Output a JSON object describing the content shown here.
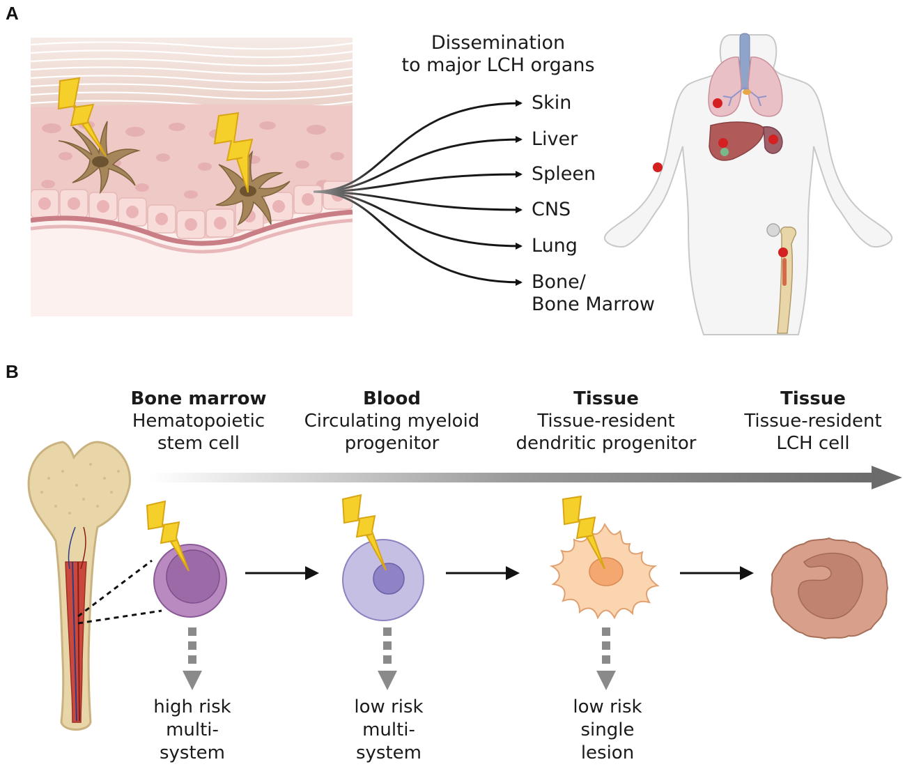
{
  "panel_a": {
    "letter": "A",
    "heading_line1": "Dissemination",
    "heading_line2": "to major LCH organs",
    "organs": [
      "Skin",
      "Liver",
      "Spleen",
      "CNS",
      "Lung",
      "Bone/",
      "Bone Marrow"
    ]
  },
  "panel_b": {
    "letter": "B",
    "stages": [
      {
        "location": "Bone marrow",
        "line1": "Hematopoietic",
        "line2": "stem cell"
      },
      {
        "location": "Blood",
        "line1": "Circulating myeloid",
        "line2": "progenitor"
      },
      {
        "location": "Tissue",
        "line1": "Tissue-resident",
        "line2": "dendritic progenitor"
      },
      {
        "location": "Tissue",
        "line1": "Tissue-resident",
        "line2": "LCH cell"
      }
    ],
    "outcomes": [
      {
        "line1": "high risk",
        "line2": "multi-",
        "line3": "system"
      },
      {
        "line1": "low risk",
        "line2": "multi-",
        "line3": "system"
      },
      {
        "line1": "low risk",
        "line2": "single",
        "line3": "lesion"
      }
    ]
  },
  "colors": {
    "lesion_red": "#d42020",
    "bolt_yellow": "#f5d02a",
    "arrow_gray": "#6b6b6b",
    "dashed_gray": "#8a8a8a"
  }
}
